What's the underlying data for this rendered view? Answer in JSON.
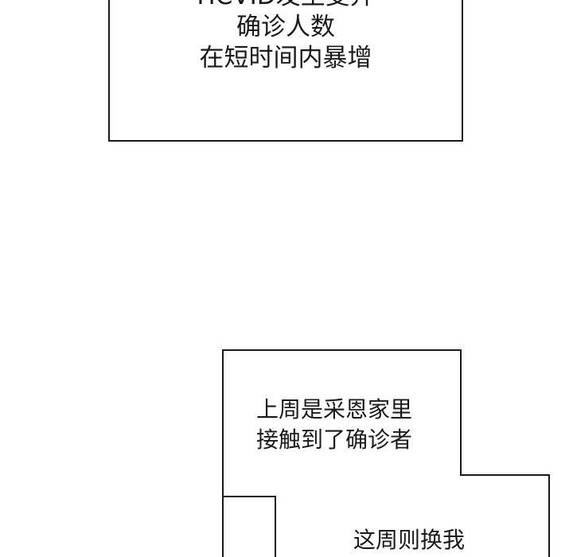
{
  "panels": [
    {
      "lines": [
        "HCVID发生变异",
        "确诊人数",
        "在短时间内暴增"
      ]
    },
    {
      "lines": [
        "上周是采恩家里",
        "接触到了确诊者"
      ]
    },
    {
      "lines": [
        "这周则换我"
      ]
    }
  ],
  "colors": {
    "ink": "#1a1a1a",
    "paper": "#ffffff"
  }
}
